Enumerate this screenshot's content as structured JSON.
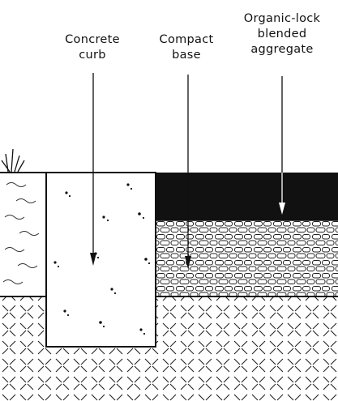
{
  "labels": {
    "curb": [
      "Concrete",
      "curb"
    ],
    "base": [
      "Compact",
      "base"
    ],
    "aggregate": [
      "Organic-lock",
      "blended",
      "aggregate"
    ]
  },
  "colors": {
    "line": "#111111",
    "asphalt": "#111111",
    "background": "#ffffff"
  }
}
